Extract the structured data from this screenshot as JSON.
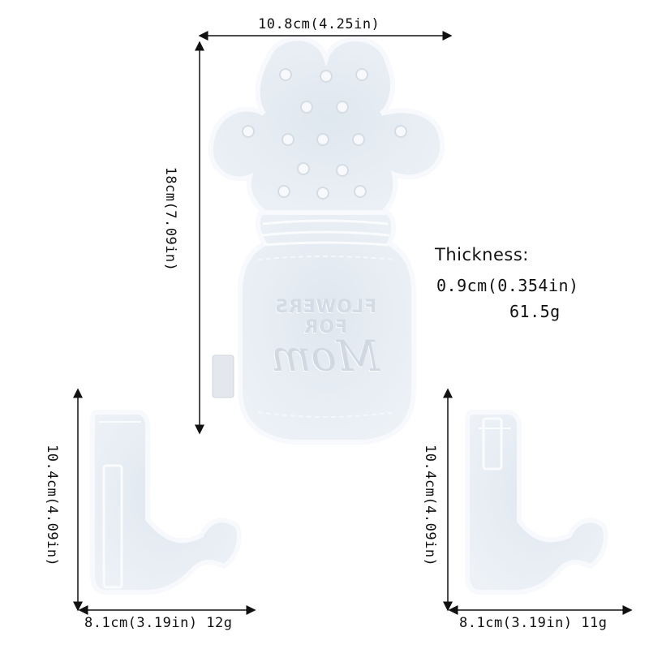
{
  "main_mold": {
    "width_label": "10.8cm(4.25in)",
    "height_label": "18cm(7.09in)",
    "embossed_line1": "FLOWERS FOR",
    "embossed_line2": "Mom"
  },
  "specs": {
    "thickness_title": "Thickness:",
    "thickness_value": "0.9cm(0.354in)",
    "weight": "61.5g"
  },
  "left_stand": {
    "height_label": "10.4cm(4.09in)",
    "width_weight_label": "8.1cm(3.19in) 12g"
  },
  "right_stand": {
    "height_label": "10.4cm(4.09in)",
    "width_weight_label": "8.1cm(3.19in) 11g"
  },
  "colors": {
    "silicone": "#e9eef4",
    "silicone_edge": "#f6f8fb",
    "cavity": "#dde4ec",
    "line": "#111111"
  }
}
